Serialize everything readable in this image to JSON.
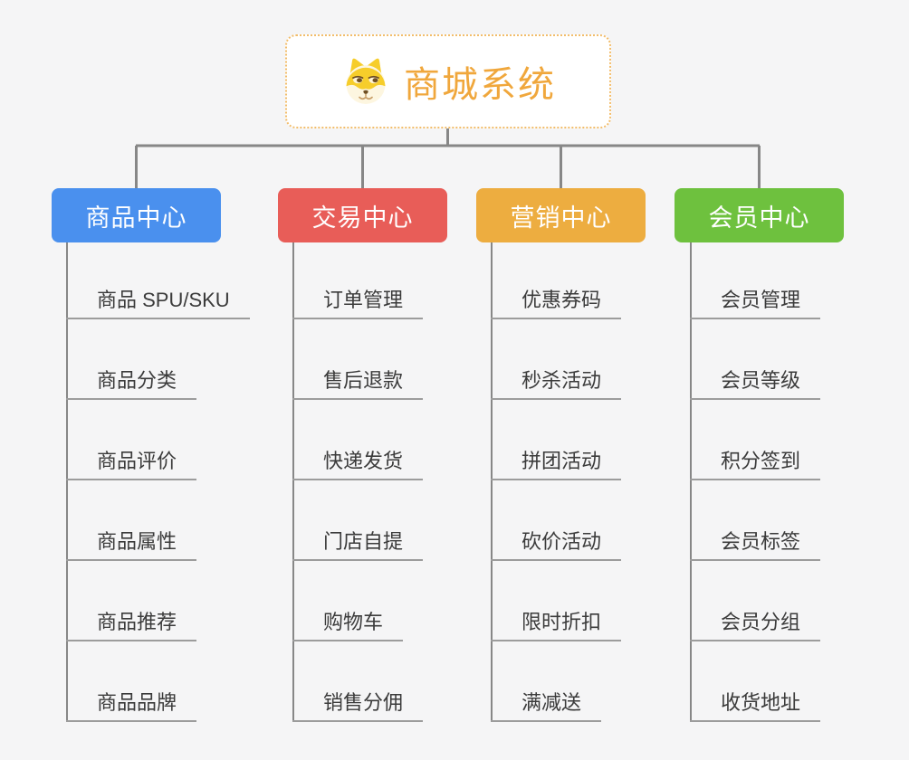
{
  "root_node": {
    "title": "商城系统",
    "icon": "shiba-dog-icon"
  },
  "branches": [
    {
      "label": "商品中心",
      "color": "#4a90ee",
      "items": [
        "商品 SPU/SKU",
        "商品分类",
        "商品评价",
        "商品属性",
        "商品推荐",
        "商品品牌"
      ]
    },
    {
      "label": "交易中心",
      "color": "#e85d58",
      "items": [
        "订单管理",
        "售后退款",
        "快递发货",
        "门店自提",
        "购物车",
        "销售分佣"
      ]
    },
    {
      "label": "营销中心",
      "color": "#edad40",
      "items": [
        "优惠券码",
        "秒杀活动",
        "拼团活动",
        "砍价活动",
        "限时折扣",
        "满减送"
      ]
    },
    {
      "label": "会员中心",
      "color": "#6ec13e",
      "items": [
        "会员管理",
        "会员等级",
        "积分签到",
        "会员标签",
        "会员分组",
        "收货地址"
      ]
    }
  ],
  "colors": {
    "bg": "#f5f5f6",
    "connector": "#878787",
    "underline": "#9c9c9c",
    "leaf-text": "#3b3b3b",
    "root-accent": "#f0a73c",
    "root-border": "#f2bd6b",
    "root-bg": "#ffffff",
    "branch-text": "#ffffff"
  }
}
